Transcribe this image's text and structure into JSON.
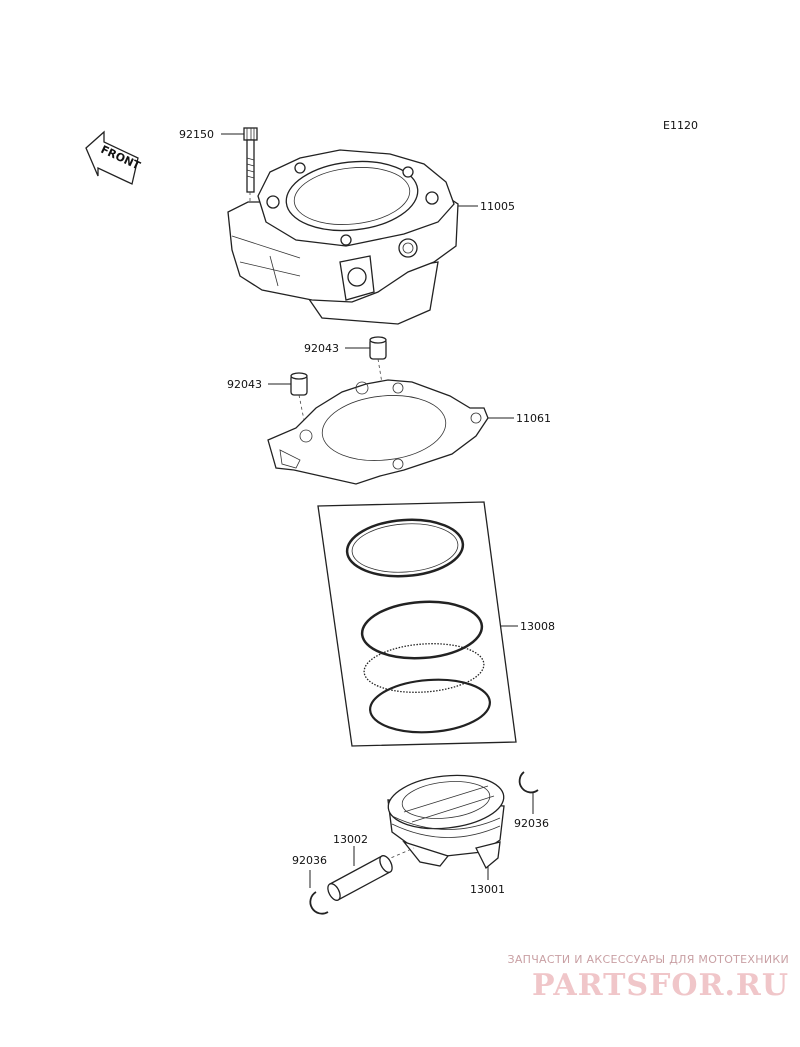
{
  "diagram": {
    "code": "E1120",
    "front_label": "FRONT",
    "parts": [
      {
        "number": "92150"
      },
      {
        "number": "11005"
      },
      {
        "number": "92043"
      },
      {
        "number": "92043"
      },
      {
        "number": "11061"
      },
      {
        "number": "13008"
      },
      {
        "number": "92036"
      },
      {
        "number": "13002"
      },
      {
        "number": "92036"
      },
      {
        "number": "13001"
      }
    ]
  },
  "watermark": {
    "tagline": "ЗАПЧАСТИ И АКСЕССУАРЫ ДЛЯ МОТОТЕХНИКИ",
    "logo": "PARTSFOR.RU"
  }
}
